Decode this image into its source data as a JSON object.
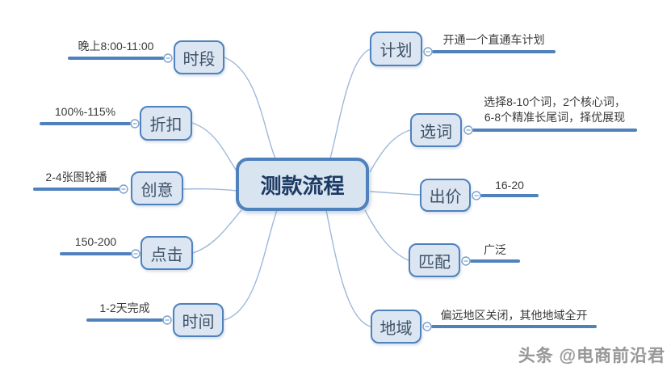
{
  "center": {
    "label": "测款流程"
  },
  "branches": {
    "left": [
      {
        "label": "时段",
        "value": "晚上8:00-11:00"
      },
      {
        "label": "折扣",
        "value": "100%-115%"
      },
      {
        "label": "创意",
        "value": "2-4张图轮播"
      },
      {
        "label": "点击",
        "value": "150-200"
      },
      {
        "label": "时间",
        "value": "1-2天完成"
      }
    ],
    "right": [
      {
        "label": "计划",
        "value": "开通一个直通车计划"
      },
      {
        "label": "选词",
        "value_line1": "选择8-10个词，2个核心词，",
        "value_line2": "6-8个精准长尾词，择优展现"
      },
      {
        "label": "出价",
        "value": "16-20"
      },
      {
        "label": "匹配",
        "value": "广泛"
      },
      {
        "label": "地域",
        "value": "偏远地区关闭，其他地域全开"
      }
    ]
  },
  "watermark": "头条 @电商前沿君",
  "colors": {
    "node_fill": "#dce6f2",
    "node_border": "#4f81bd",
    "branch_line": "#4f81bd",
    "curve_line": "#9fb9d9",
    "node_text": "#3e5268",
    "center_text": "#1d3a63",
    "label_text": "#3a3a3a",
    "watermark_text": "#979797"
  }
}
